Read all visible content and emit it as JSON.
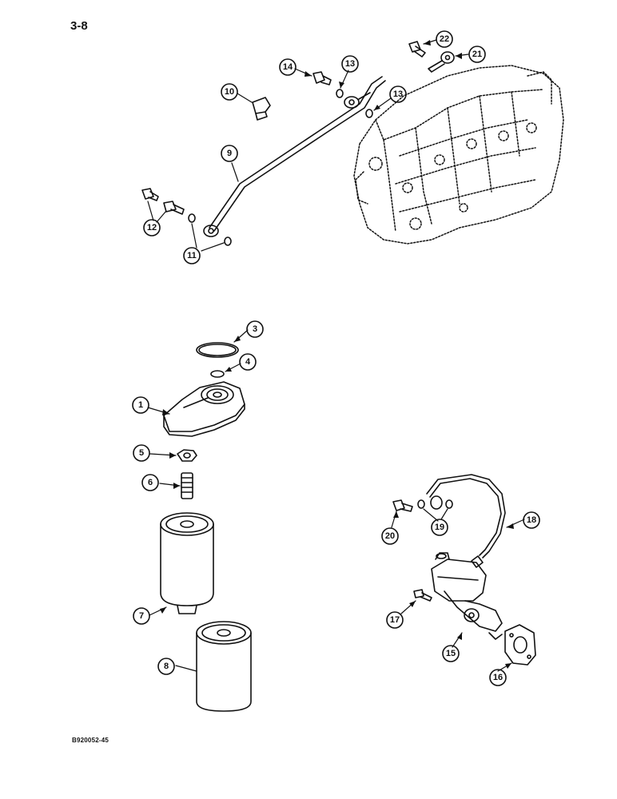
{
  "page": {
    "page_number": "3-8",
    "figure_id": "B920052-45"
  },
  "callouts": [
    {
      "id": "c1",
      "label": "1"
    },
    {
      "id": "c3",
      "label": "3"
    },
    {
      "id": "c4",
      "label": "4"
    },
    {
      "id": "c5",
      "label": "5"
    },
    {
      "id": "c6",
      "label": "6"
    },
    {
      "id": "c7",
      "label": "7"
    },
    {
      "id": "c8",
      "label": "8"
    },
    {
      "id": "c9",
      "label": "9"
    },
    {
      "id": "c10",
      "label": "10"
    },
    {
      "id": "c11",
      "label": "11"
    },
    {
      "id": "c12",
      "label": "12"
    },
    {
      "id": "c13a",
      "label": "13"
    },
    {
      "id": "c13b",
      "label": "13"
    },
    {
      "id": "c14",
      "label": "14"
    },
    {
      "id": "c15",
      "label": "15"
    },
    {
      "id": "c16",
      "label": "16"
    },
    {
      "id": "c17",
      "label": "17"
    },
    {
      "id": "c18",
      "label": "18"
    },
    {
      "id": "c19",
      "label": "19"
    },
    {
      "id": "c20",
      "label": "20"
    },
    {
      "id": "c21",
      "label": "21"
    },
    {
      "id": "c22",
      "label": "22"
    }
  ]
}
